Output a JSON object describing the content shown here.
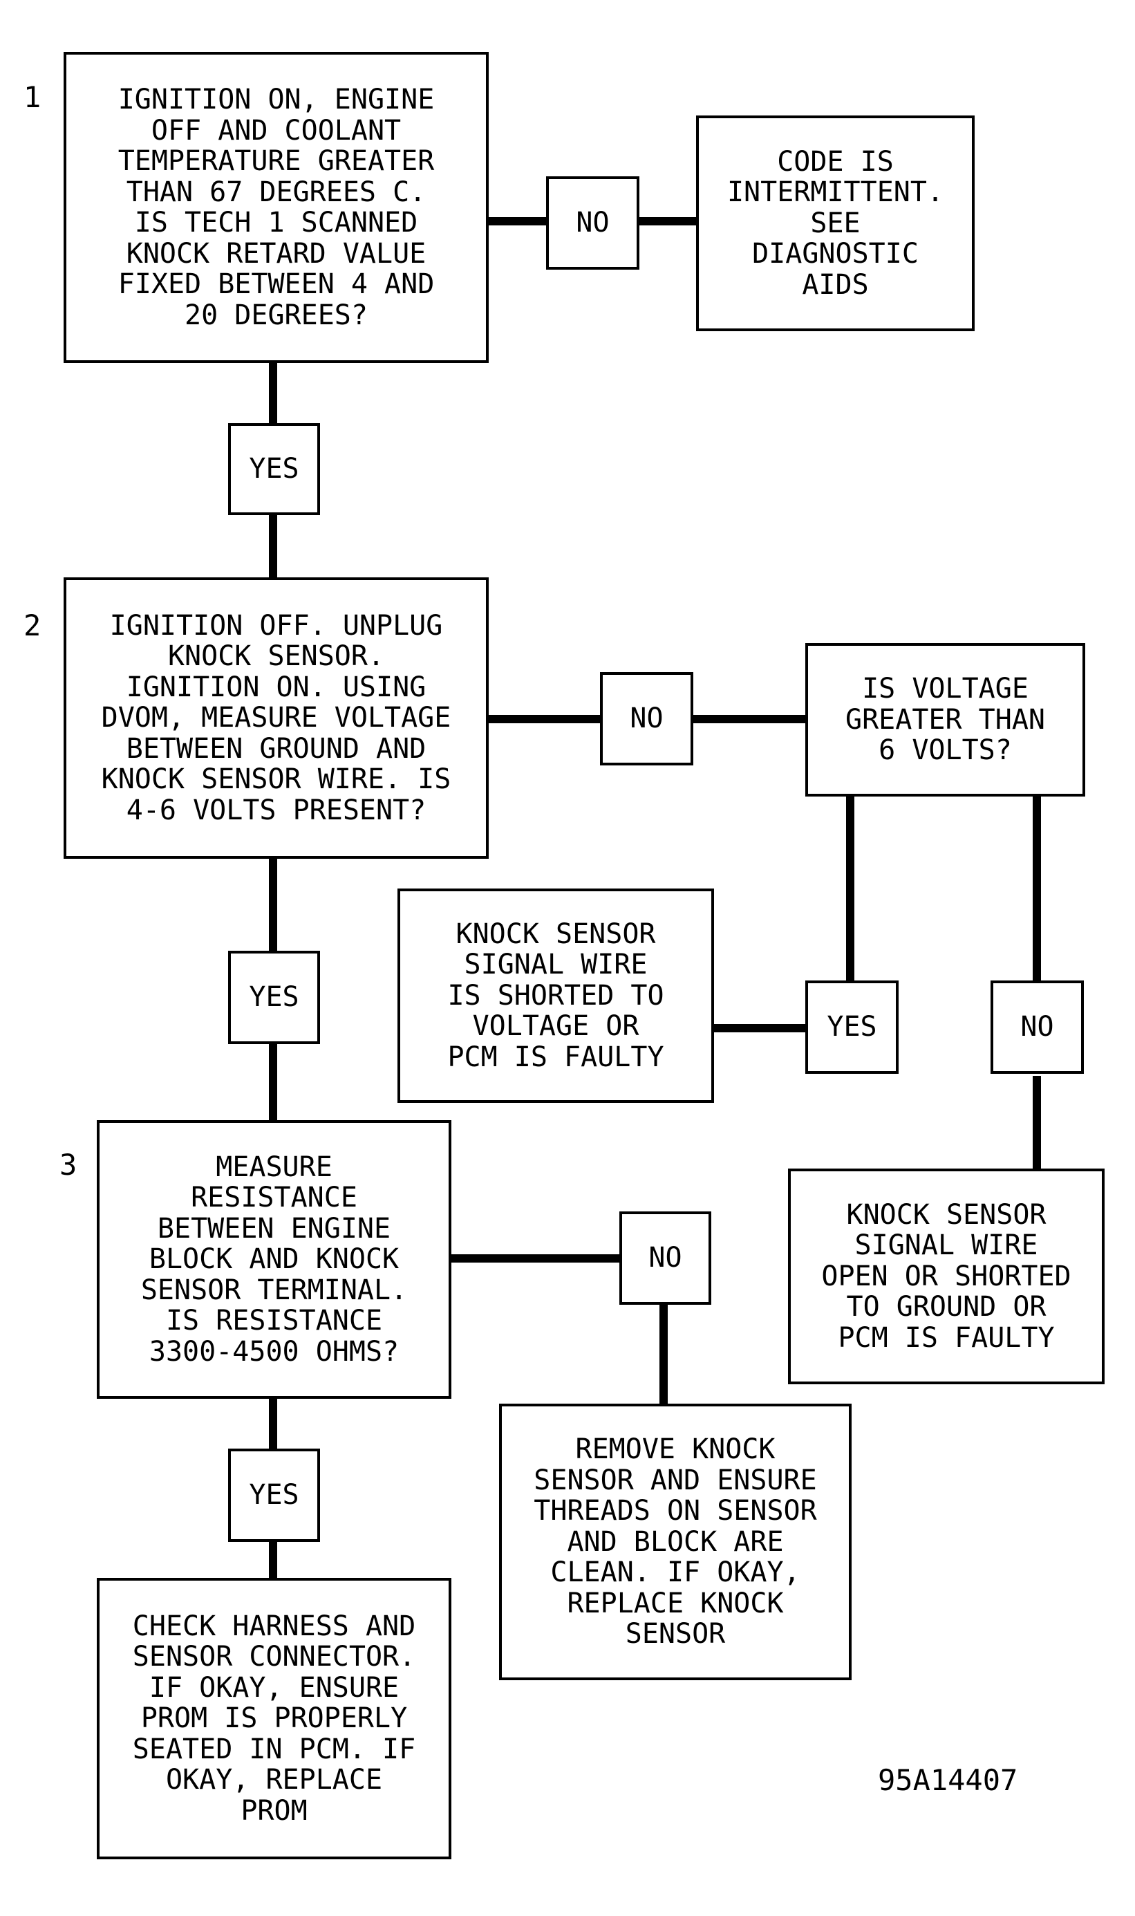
{
  "steps": {
    "s1": "1",
    "s2": "2",
    "s3": "3"
  },
  "boxes": {
    "q1": "IGNITION ON, ENGINE\nOFF AND COOLANT\nTEMPERATURE GREATER\nTHAN 67 DEGREES C.\nIS TECH 1 SCANNED\nKNOCK RETARD VALUE\nFIXED BETWEEN 4 AND\n20 DEGREES?",
    "no1": "NO",
    "intermittent": "CODE IS\nINTERMITTENT.\nSEE\nDIAGNOSTIC\nAIDS",
    "yes1": "YES",
    "q2": "IGNITION OFF. UNPLUG\nKNOCK SENSOR.\nIGNITION ON. USING\nDVOM, MEASURE VOLTAGE\nBETWEEN GROUND AND\nKNOCK SENSOR WIRE. IS\n4-6 VOLTS PRESENT?",
    "no2": "NO",
    "voltage_q": "IS VOLTAGE\nGREATER THAN\n6 VOLTS?",
    "shorted_voltage": "KNOCK SENSOR\nSIGNAL WIRE\nIS SHORTED TO\nVOLTAGE OR\nPCM IS FAULTY",
    "yes_v": "YES",
    "no_v": "NO",
    "yes2": "YES",
    "q3": "MEASURE\nRESISTANCE\nBETWEEN ENGINE\nBLOCK AND KNOCK\nSENSOR TERMINAL.\nIS RESISTANCE\n3300-4500 OHMS?",
    "no3": "NO",
    "open_shorted": "KNOCK SENSOR\nSIGNAL WIRE\nOPEN OR SHORTED\nTO GROUND OR\nPCM IS FAULTY",
    "remove_sensor": "REMOVE KNOCK\nSENSOR AND ENSURE\nTHREADS ON SENSOR\nAND BLOCK ARE\nCLEAN. IF OKAY,\nREPLACE KNOCK\nSENSOR",
    "yes3": "YES",
    "check_harness": "CHECK HARNESS AND\nSENSOR CONNECTOR.\nIF OKAY, ENSURE\nPROM IS PROPERLY\nSEATED IN PCM. IF\nOKAY, REPLACE\nPROM"
  },
  "figure_id": "95A14407"
}
